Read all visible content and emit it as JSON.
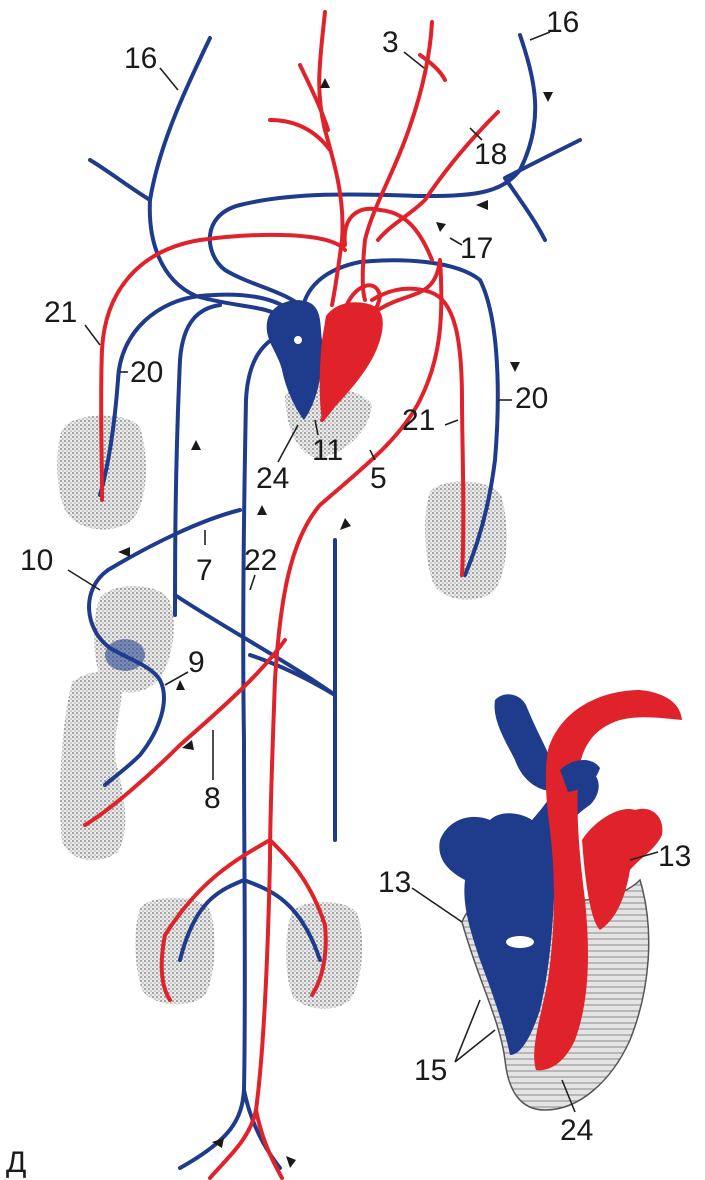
{
  "labels": {
    "l16a": "16",
    "l16b": "16",
    "l3": "3",
    "l18": "18",
    "l17": "17",
    "l21a": "21",
    "l20a": "20",
    "l21b": "21",
    "l20b": "20",
    "l24a": "24",
    "l11": "11",
    "l5": "5",
    "l10": "10",
    "l7": "7",
    "l22": "22",
    "l9": "9",
    "l8": "8",
    "l13a": "13",
    "l13b": "13",
    "l15": "15",
    "l24b": "24",
    "letter": "Д"
  },
  "colors": {
    "venous": "#1f3c8c",
    "arterial": "#e0222a",
    "tissue": "#9a9a9a"
  }
}
